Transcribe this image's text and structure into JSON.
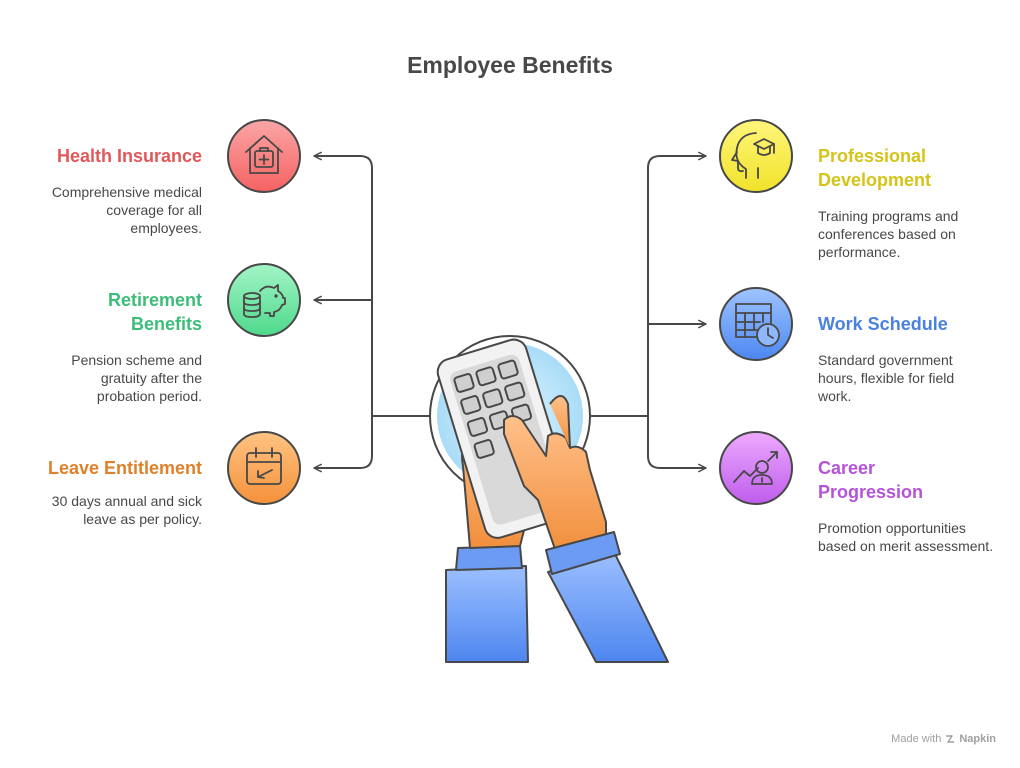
{
  "title": "Employee Benefits",
  "items": {
    "health": {
      "title": "Health Insurance",
      "desc": "Comprehensive medical coverage for all employees.",
      "color": "#e0585a",
      "icon": "hospital-house-icon"
    },
    "retirement": {
      "title": "Retirement Benefits",
      "desc": "Pension scheme and gratuity after the probation period.",
      "color": "#3cbd7a",
      "icon": "piggy-bank-coins-icon"
    },
    "leave": {
      "title": "Leave Entitlement",
      "desc": "30 days annual and sick leave as per policy.",
      "color": "#df812a",
      "icon": "calendar-arrow-icon"
    },
    "professional": {
      "title": "Professional Development",
      "desc": "Training programs and conferences based on performance.",
      "color": "#d4c417",
      "icon": "graduate-head-icon"
    },
    "schedule": {
      "title": "Work Schedule",
      "desc": "Standard government hours, flexible for field work.",
      "color": "#4a80e0",
      "icon": "schedule-clock-icon"
    },
    "career": {
      "title": "Career Progression",
      "desc": "Promotion opportunities based on merit assessment.",
      "color": "#b553d8",
      "icon": "person-growth-icon"
    }
  },
  "center_icon": "hands-calculator-icon",
  "footer": {
    "prefix": "Made with",
    "brand": "Napkin"
  }
}
